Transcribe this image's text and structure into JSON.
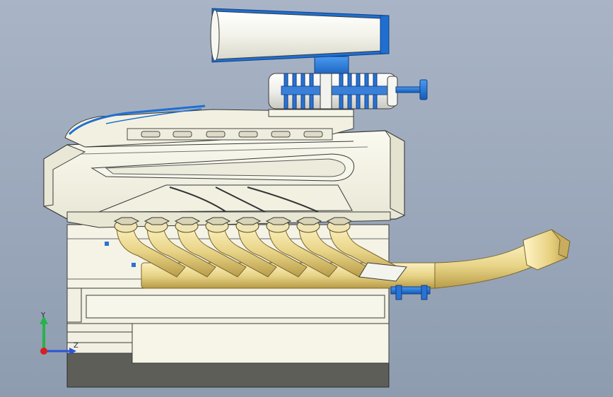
{
  "viewport": {
    "background_top": "#a9b5c6",
    "background_bottom": "#8e9cb0"
  },
  "model": {
    "body_color": "#f3f2e3",
    "edge_color": "#3a3a3a",
    "accent_blue": "#1f6fd1",
    "runner_gold": "#e8d487",
    "base_dark": "#5e5e58",
    "runner_count": 8
  },
  "triad": {
    "y_label": "Y",
    "z_label": "Z",
    "y_color": "#27b34a",
    "z_color": "#2a54d6",
    "origin_color": "#d62020"
  }
}
